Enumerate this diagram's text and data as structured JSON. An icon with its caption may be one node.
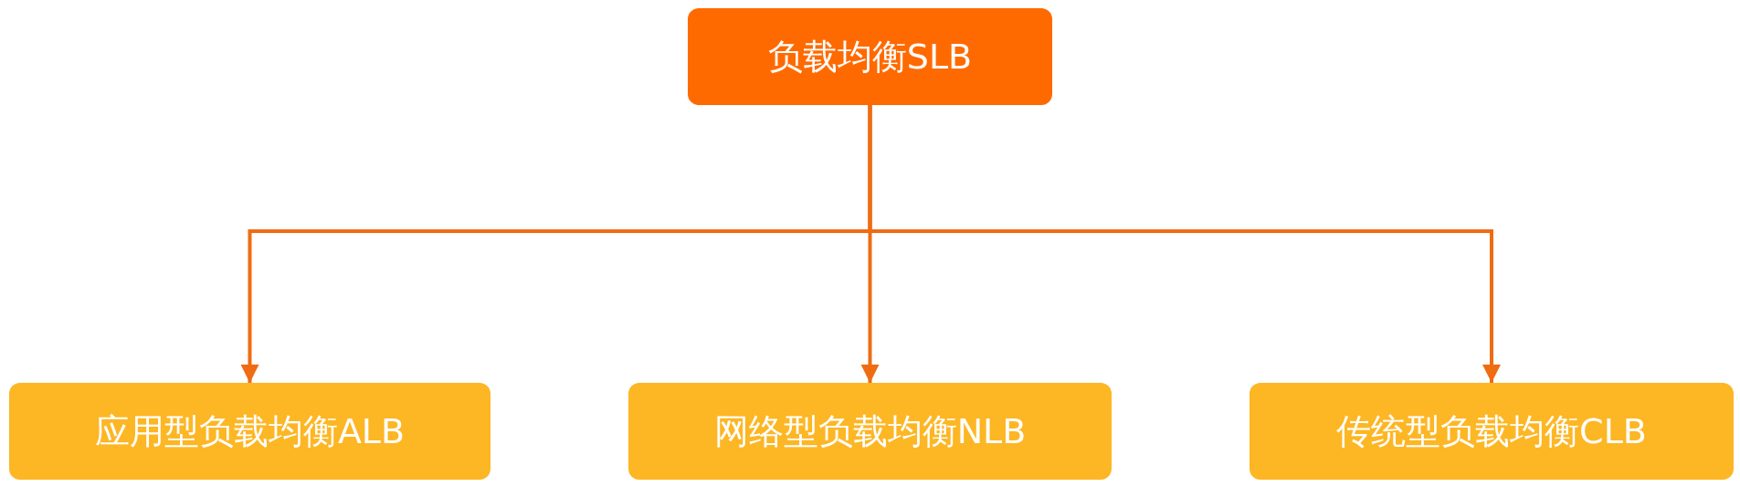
{
  "diagram": {
    "nodes": [
      {
        "text": [
          "负载均衡SLB"
        ]
      },
      {
        "text": [
          "应用型负载均衡ALB"
        ]
      },
      {
        "text": [
          "网络型负载均衡NLB"
        ]
      },
      {
        "text": [
          "传统型负载均衡CLB"
        ]
      }
    ],
    "edges": [
      {
        "from": 0,
        "to": 1,
        "arrow": "to"
      },
      {
        "from": 0,
        "to": 2,
        "arrow": "to"
      },
      {
        "from": 0,
        "to": 3,
        "arrow": "to"
      }
    ]
  }
}
